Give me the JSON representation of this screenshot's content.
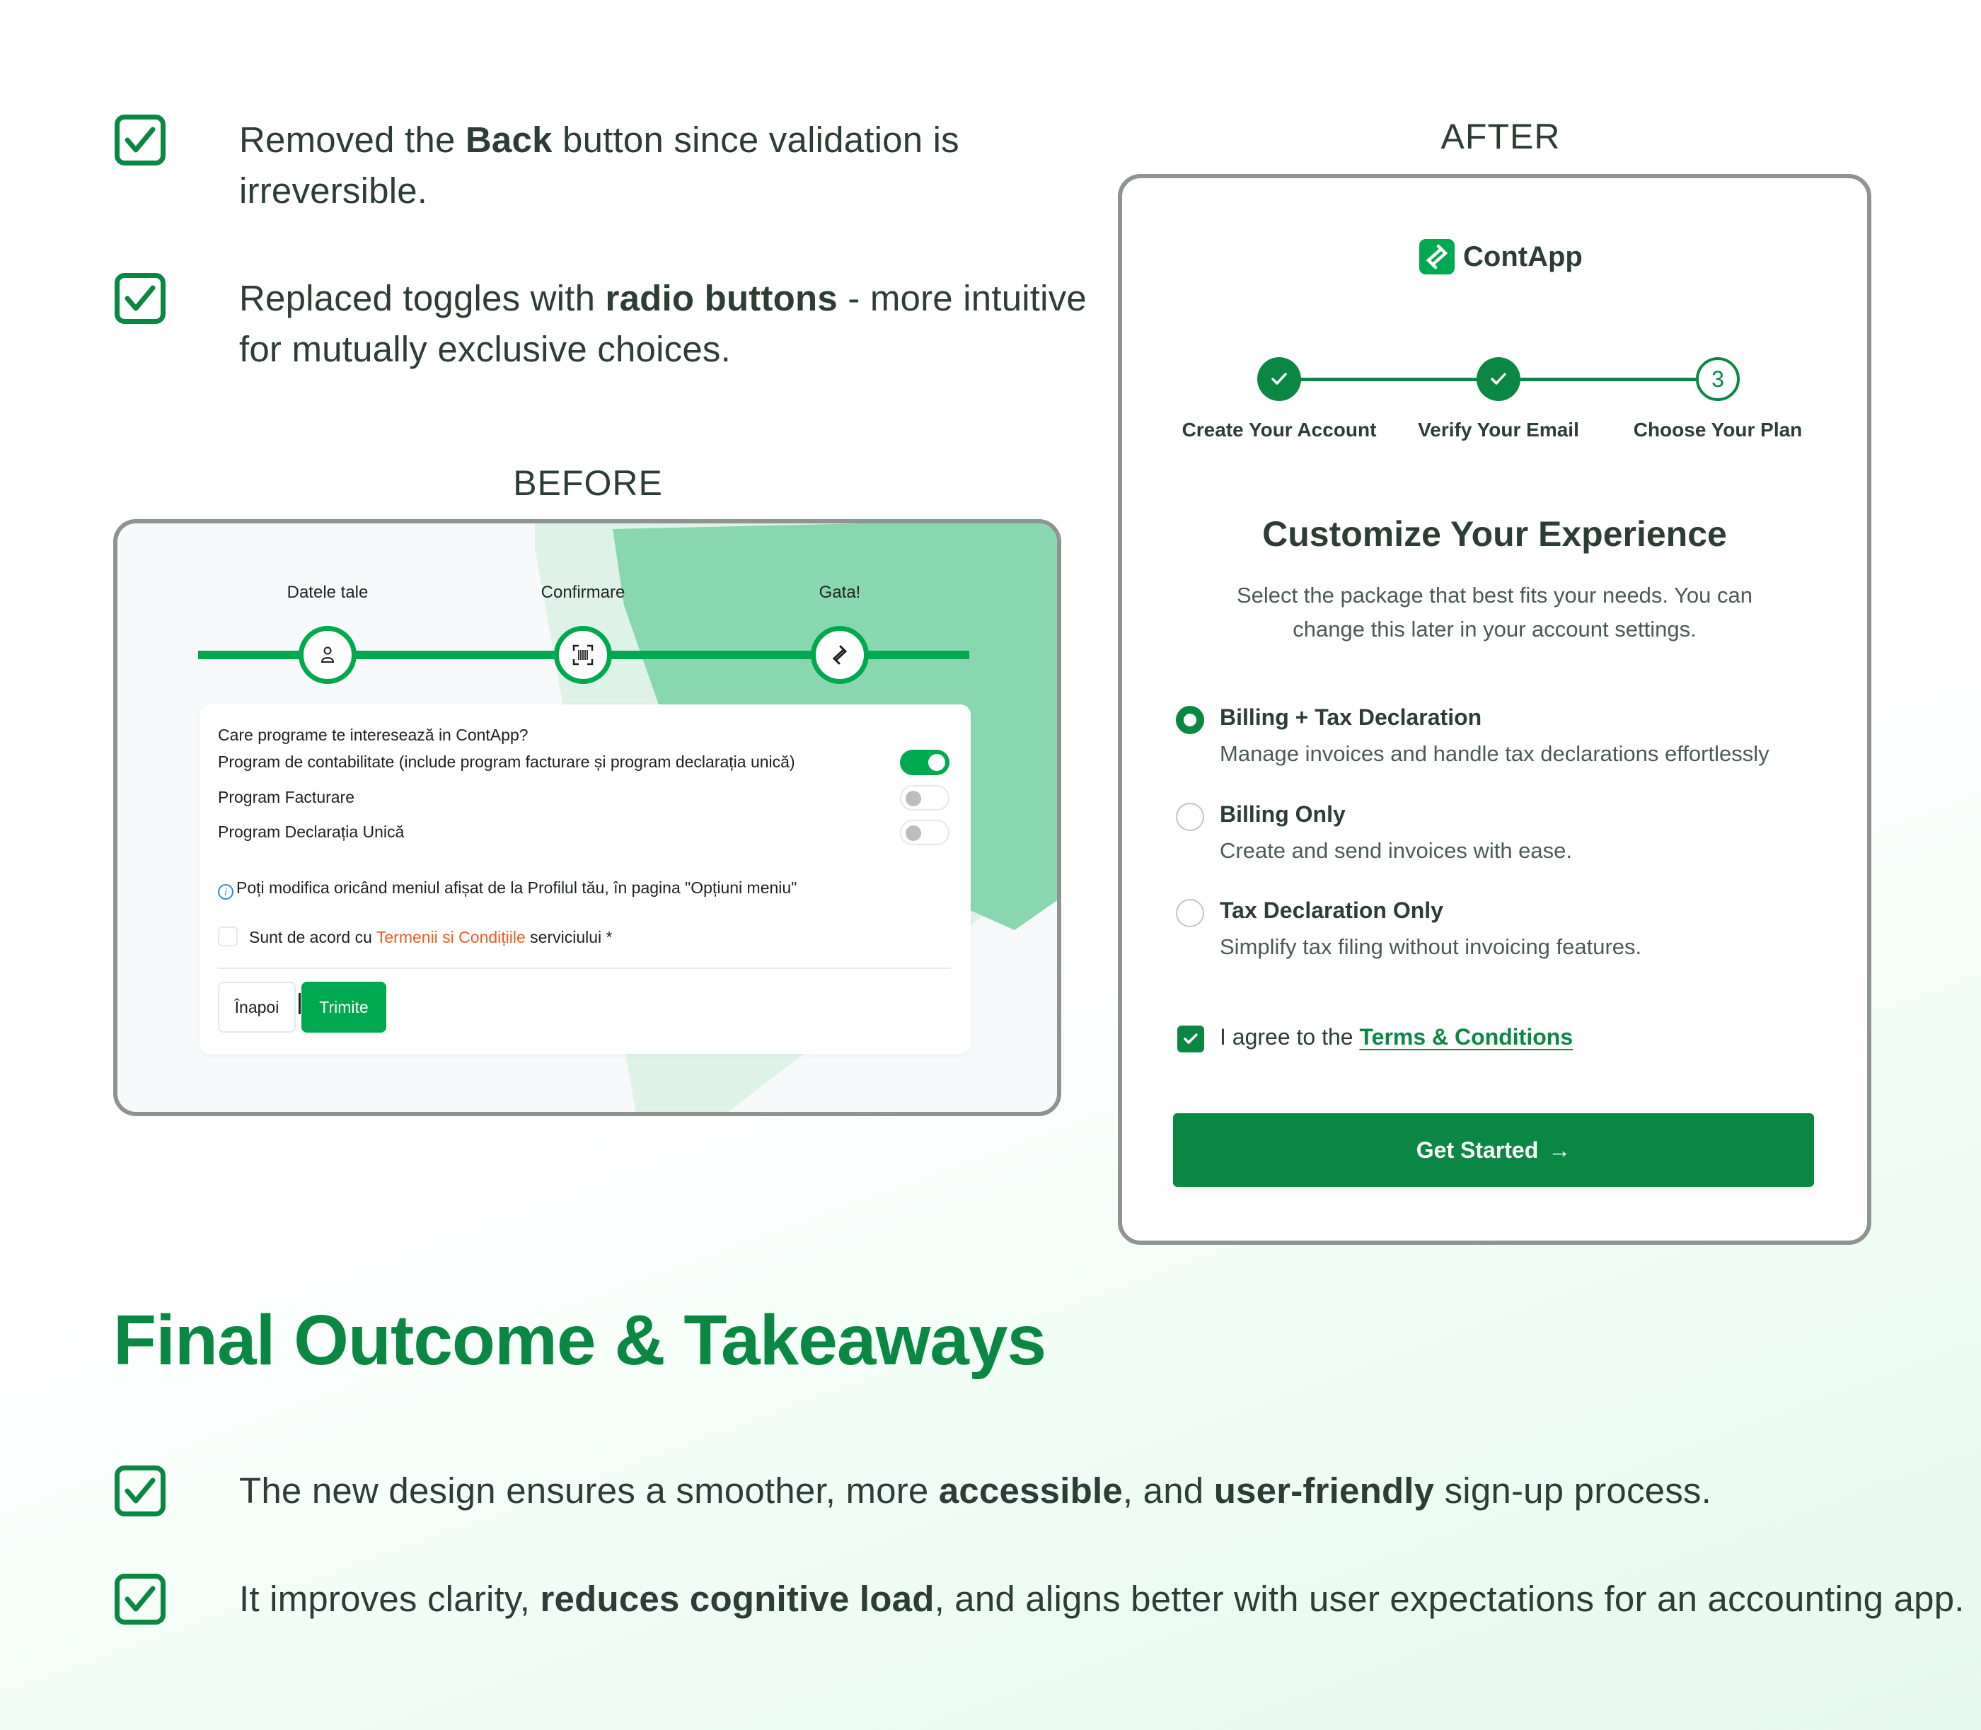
{
  "colors": {
    "brand_green": "#0a8843",
    "before_green": "#00a84f",
    "text_dark": "#2c3e34",
    "panel_border": "#8e9590",
    "link_orange": "#f05a22"
  },
  "intro_bullets": [
    {
      "icon": "checkbox-check-icon",
      "pre": "Removed the ",
      "bold": "Back",
      "post": " button since validation is irreversible."
    },
    {
      "icon": "checkbox-check-icon",
      "pre": "Replaced toggles with ",
      "bold": "radio buttons",
      "post": " - more intuitive for mutually exclusive choices."
    }
  ],
  "before": {
    "label": "BEFORE",
    "steps": [
      {
        "label": "Datele tale",
        "icon": "user-icon"
      },
      {
        "label": "Confirmare",
        "icon": "barcode-scan-icon"
      },
      {
        "label": "Gata!",
        "icon": "contapp-logo-icon"
      }
    ],
    "question": "Care programe te interesează in ContApp?",
    "options": [
      {
        "label": "Program de contabilitate (include program facturare și program declarația unică)",
        "toggle": "on"
      },
      {
        "label": "Program Facturare",
        "toggle": "off"
      },
      {
        "label": "Program Declarația Unică",
        "toggle": "off"
      }
    ],
    "info_text": "Poți modifica oricând meniul afișat de la Profilul tău, în pagina \"Opțiuni meniu\"",
    "agree_pre": "Sunt de acord cu ",
    "agree_link": "Termenii si Condițiile",
    "agree_post": " serviciului *",
    "back_button": "Înapoi",
    "submit_button": "Trimite"
  },
  "after": {
    "label": "AFTER",
    "logo_text": "ContApp",
    "steps": [
      {
        "label": "Create Your Account",
        "state": "done"
      },
      {
        "label": "Verify Your Email",
        "state": "done"
      },
      {
        "label": "Choose Your Plan",
        "state": "current",
        "number": "3"
      }
    ],
    "title": "Customize Your Experience",
    "subtitle": "Select the package that best fits your needs. You can change this later in your account settings.",
    "options": [
      {
        "label": "Billing + Tax Declaration",
        "desc": "Manage invoices and handle tax declarations effortlessly",
        "checked": true
      },
      {
        "label": "Billing Only",
        "desc": "Create and send invoices with ease.",
        "checked": false
      },
      {
        "label": "Tax Declaration Only",
        "desc": "Simplify tax filing without invoicing features.",
        "checked": false
      }
    ],
    "agree_pre": "I agree to the ",
    "agree_link": "Terms & Conditions",
    "agree_checked": true,
    "cta_label": "Get Started",
    "cta_arrow": "→"
  },
  "final": {
    "heading": "Final Outcome & Takeaways",
    "bullets": [
      {
        "icon": "checkbox-check-icon",
        "parts": [
          {
            "t": "The new design ensures a smoother, more ",
            "b": false
          },
          {
            "t": "accessible",
            "b": true
          },
          {
            "t": ", and ",
            "b": false
          },
          {
            "t": "user-friendly",
            "b": true
          },
          {
            "t": " sign-up process.",
            "b": false
          }
        ]
      },
      {
        "icon": "checkbox-check-icon",
        "parts": [
          {
            "t": "It improves clarity, ",
            "b": false
          },
          {
            "t": "reduces cognitive load",
            "b": true
          },
          {
            "t": ", and aligns better with user expectations for an accounting app.",
            "b": false
          }
        ]
      }
    ]
  }
}
